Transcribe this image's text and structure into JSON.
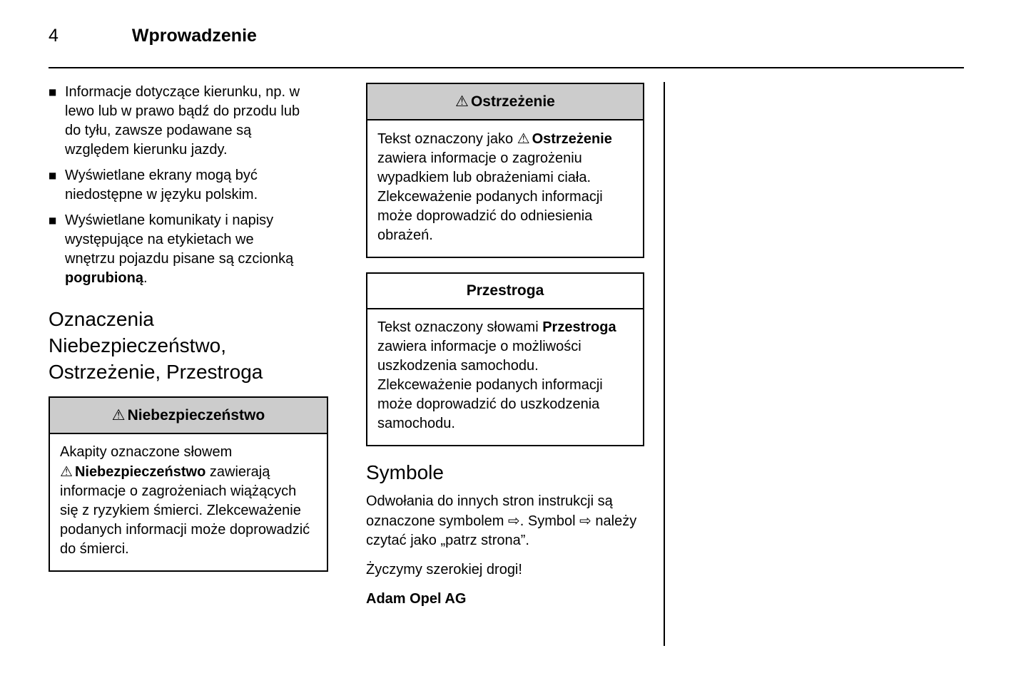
{
  "colors": {
    "background": "#ffffff",
    "text": "#000000",
    "box_border": "#000000",
    "warning_header_bg": "#cccccc"
  },
  "icons": {
    "warning_triangle": "⚠",
    "page_reference_arrow": "⇨",
    "bullet_square": "■"
  },
  "header": {
    "page_number": "4",
    "title": "Wprowadzenie"
  },
  "left_column": {
    "bullets": {
      "item_1": "Informacje dotyczące kierunku, np. w lewo lub w prawo bądź do przodu lub do tyłu, zawsze podawane są względem kierunku jazdy.",
      "item_2": "Wyświetlane ekrany mogą być niedostępne w języku polskim.",
      "item_3_pre": "Wyświetlane komunikaty i napisy występujące na etykietach we wnętrzu pojazdu pisane są czcionką ",
      "item_3_bold": "pogrubioną",
      "item_3_post": "."
    },
    "section_heading": "Oznaczenia Niebezpieczeństwo, Ostrzeżenie, Przestroga",
    "danger_box": {
      "title": "Niebezpieczeństwo",
      "body_pre": "Akapity oznaczone słowem ",
      "body_bold": "Niebezpieczeństwo",
      "body_post": " zawierają informacje o zagrożeniach wiążących się z ryzykiem śmierci. Zlekceważenie podanych informacji może doprowadzić do śmierci."
    }
  },
  "middle_column": {
    "warning_box": {
      "title": "Ostrzeżenie",
      "body_pre": "Tekst oznaczony jako ",
      "body_bold": "Ostrzeżenie",
      "body_post": " zawiera informacje o zagrożeniu wypadkiem lub obrażeniami ciała. Zlekceważenie podanych informacji może doprowadzić do odniesienia obrażeń."
    },
    "caution_box": {
      "title": "Przestroga",
      "body_pre": "Tekst oznaczony słowami ",
      "body_bold": "Przestroga",
      "body_post": " zawiera informacje o możliwości uszkodzenia samochodu. Zlekceważenie podanych informacji może doprowadzić do uszkodzenia samochodu."
    },
    "symbols_section": {
      "heading": "Symbole",
      "para_part_1": "Odwołania do innych stron instrukcji są oznaczone symbolem ",
      "para_part_2": ". Symbol ",
      "para_part_3": " należy czytać jako „patrz strona”.",
      "farewell": "Życzymy szerokiej drogi!",
      "signature": "Adam Opel AG"
    }
  }
}
